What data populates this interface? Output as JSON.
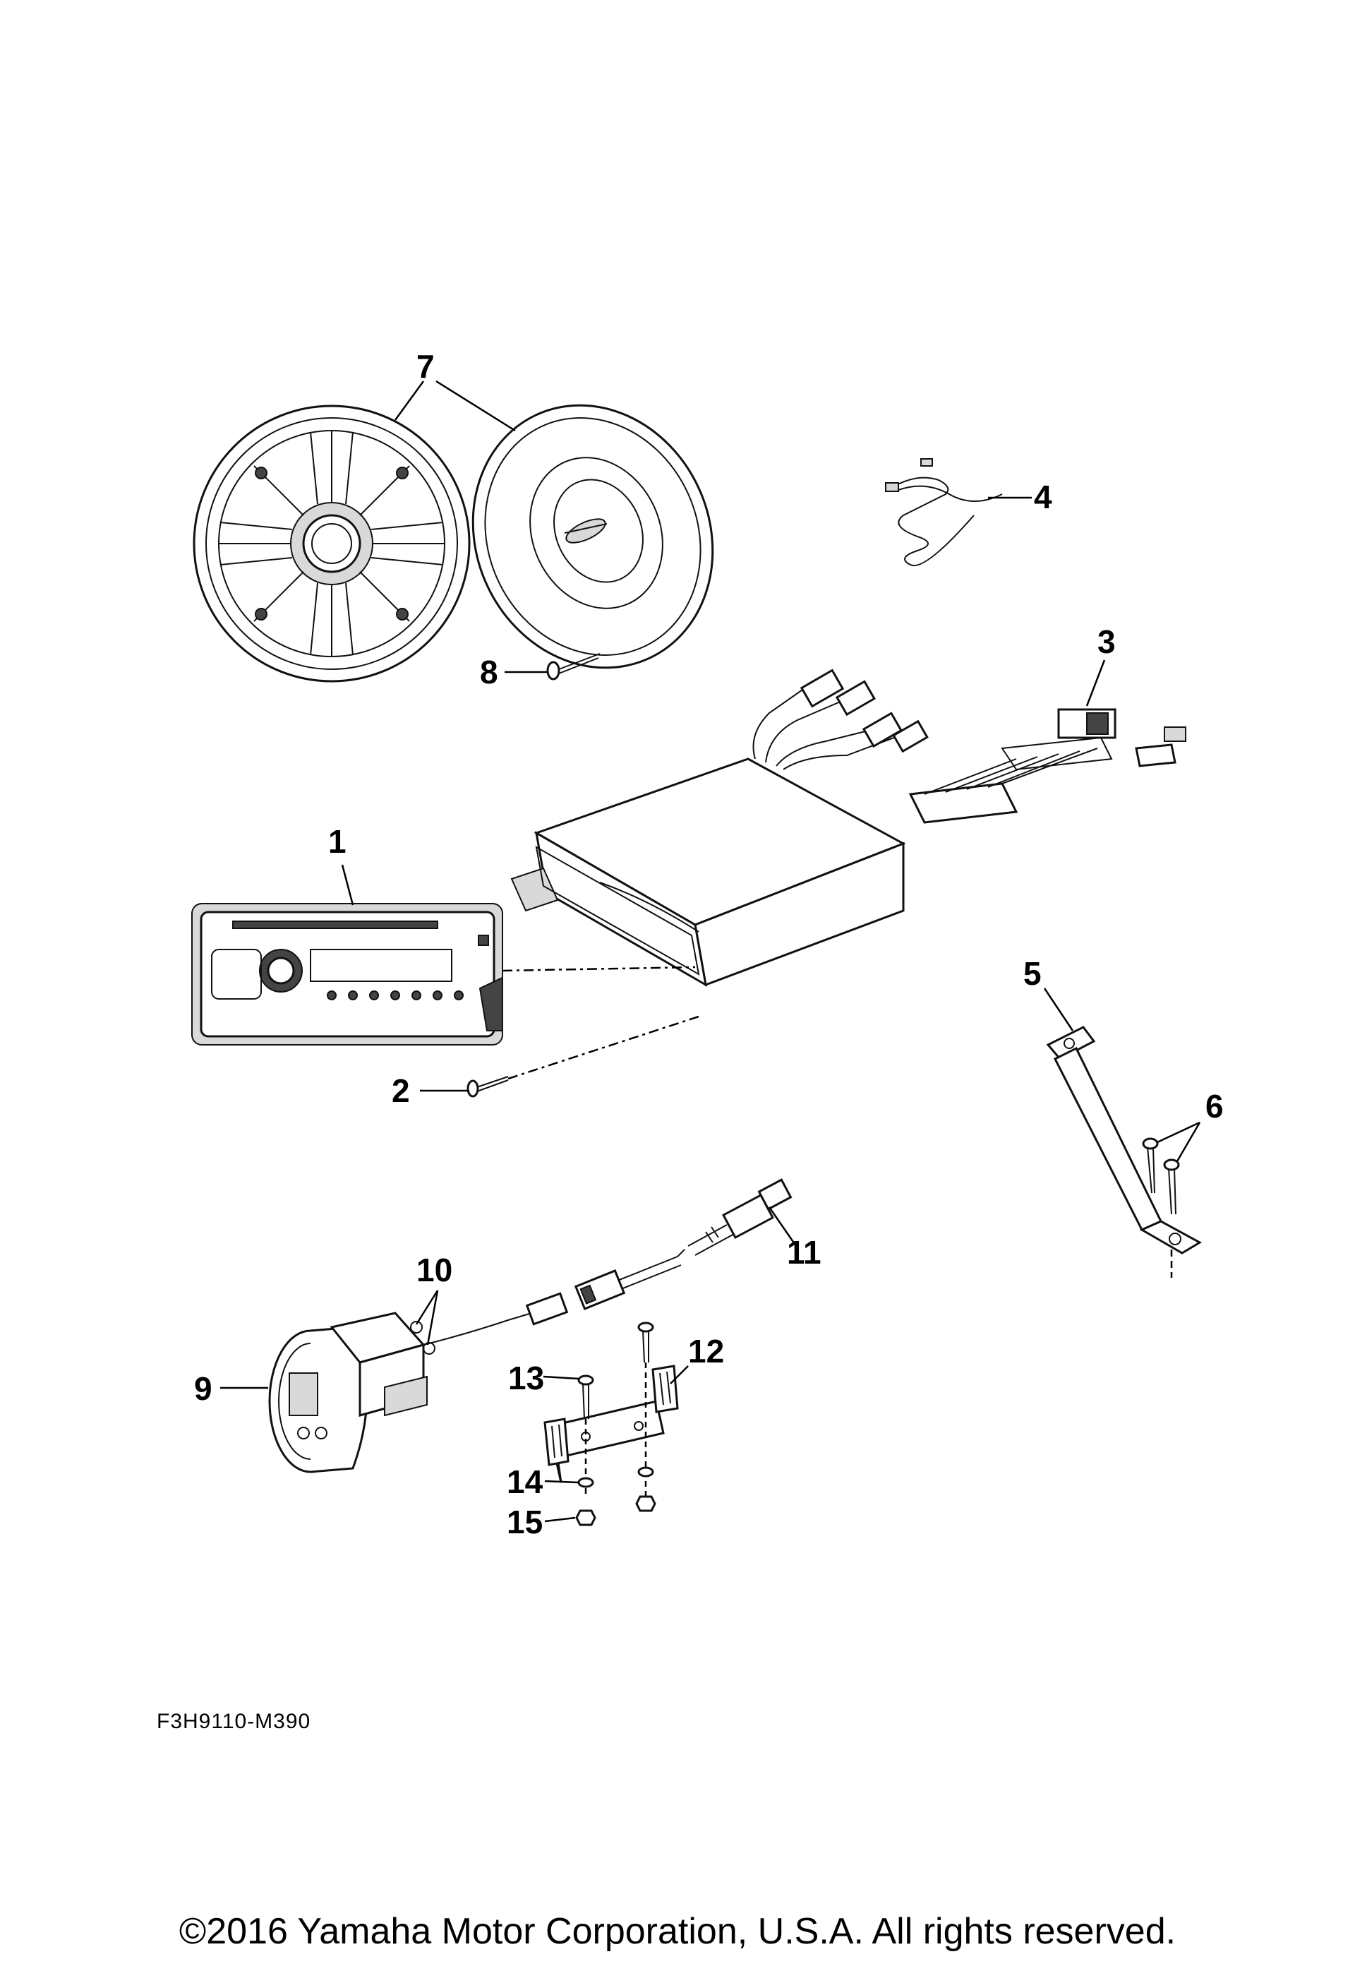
{
  "diagram": {
    "callouts": [
      "1",
      "2",
      "3",
      "4",
      "5",
      "6",
      "7",
      "8",
      "9",
      "10",
      "11",
      "12",
      "13",
      "14",
      "15"
    ],
    "figure_code": "F3H9110-M390",
    "copyright": "©2016 Yamaha Motor Corporation, U.S.A. All rights reserved."
  }
}
